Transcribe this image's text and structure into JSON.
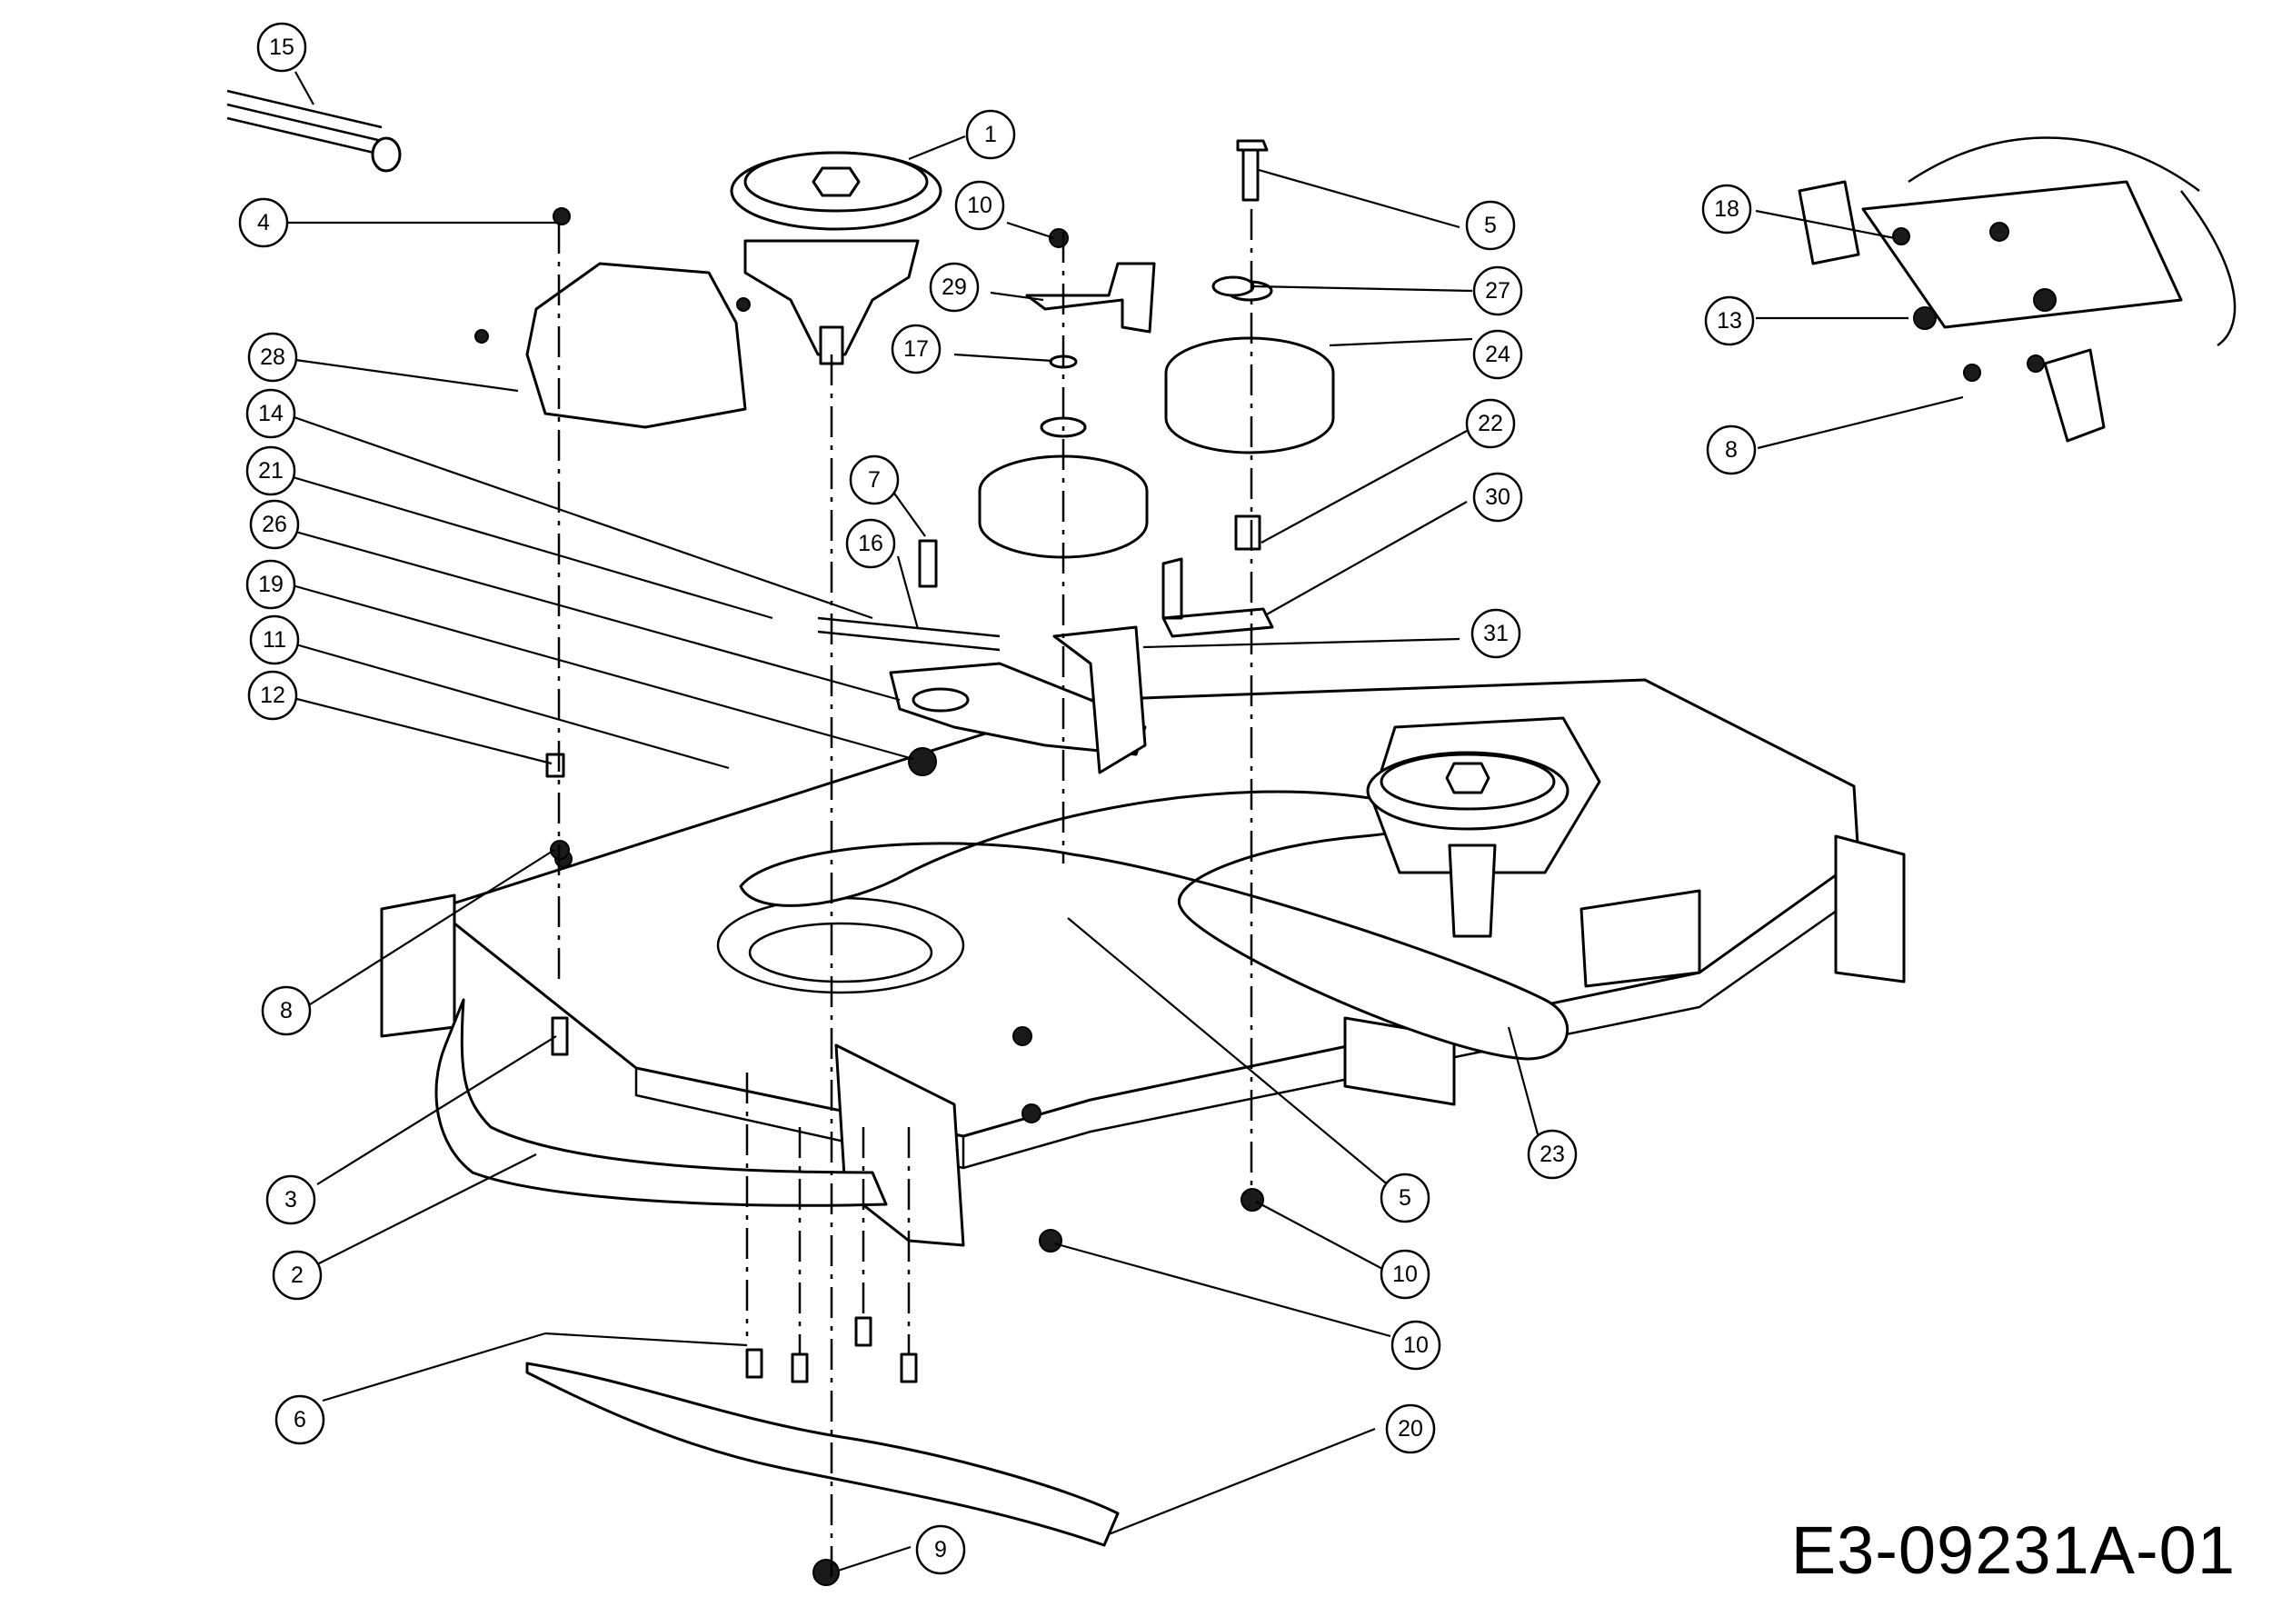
{
  "diagram_code": "E3-09231A-01",
  "callouts": [
    {
      "n": "1"
    },
    {
      "n": "4"
    },
    {
      "n": "15"
    },
    {
      "n": "28"
    },
    {
      "n": "14"
    },
    {
      "n": "21"
    },
    {
      "n": "26"
    },
    {
      "n": "19"
    },
    {
      "n": "11"
    },
    {
      "n": "12"
    },
    {
      "n": "8"
    },
    {
      "n": "3"
    },
    {
      "n": "2"
    },
    {
      "n": "6"
    },
    {
      "n": "9"
    },
    {
      "n": "20"
    },
    {
      "n": "10"
    },
    {
      "n": "29"
    },
    {
      "n": "17"
    },
    {
      "n": "7"
    },
    {
      "n": "16"
    },
    {
      "n": "5"
    },
    {
      "n": "27"
    },
    {
      "n": "24"
    },
    {
      "n": "22"
    },
    {
      "n": "30"
    },
    {
      "n": "31"
    },
    {
      "n": "23"
    },
    {
      "n": "5"
    },
    {
      "n": "10"
    },
    {
      "n": "10"
    },
    {
      "n": "18"
    },
    {
      "n": "13"
    },
    {
      "n": "8"
    }
  ]
}
